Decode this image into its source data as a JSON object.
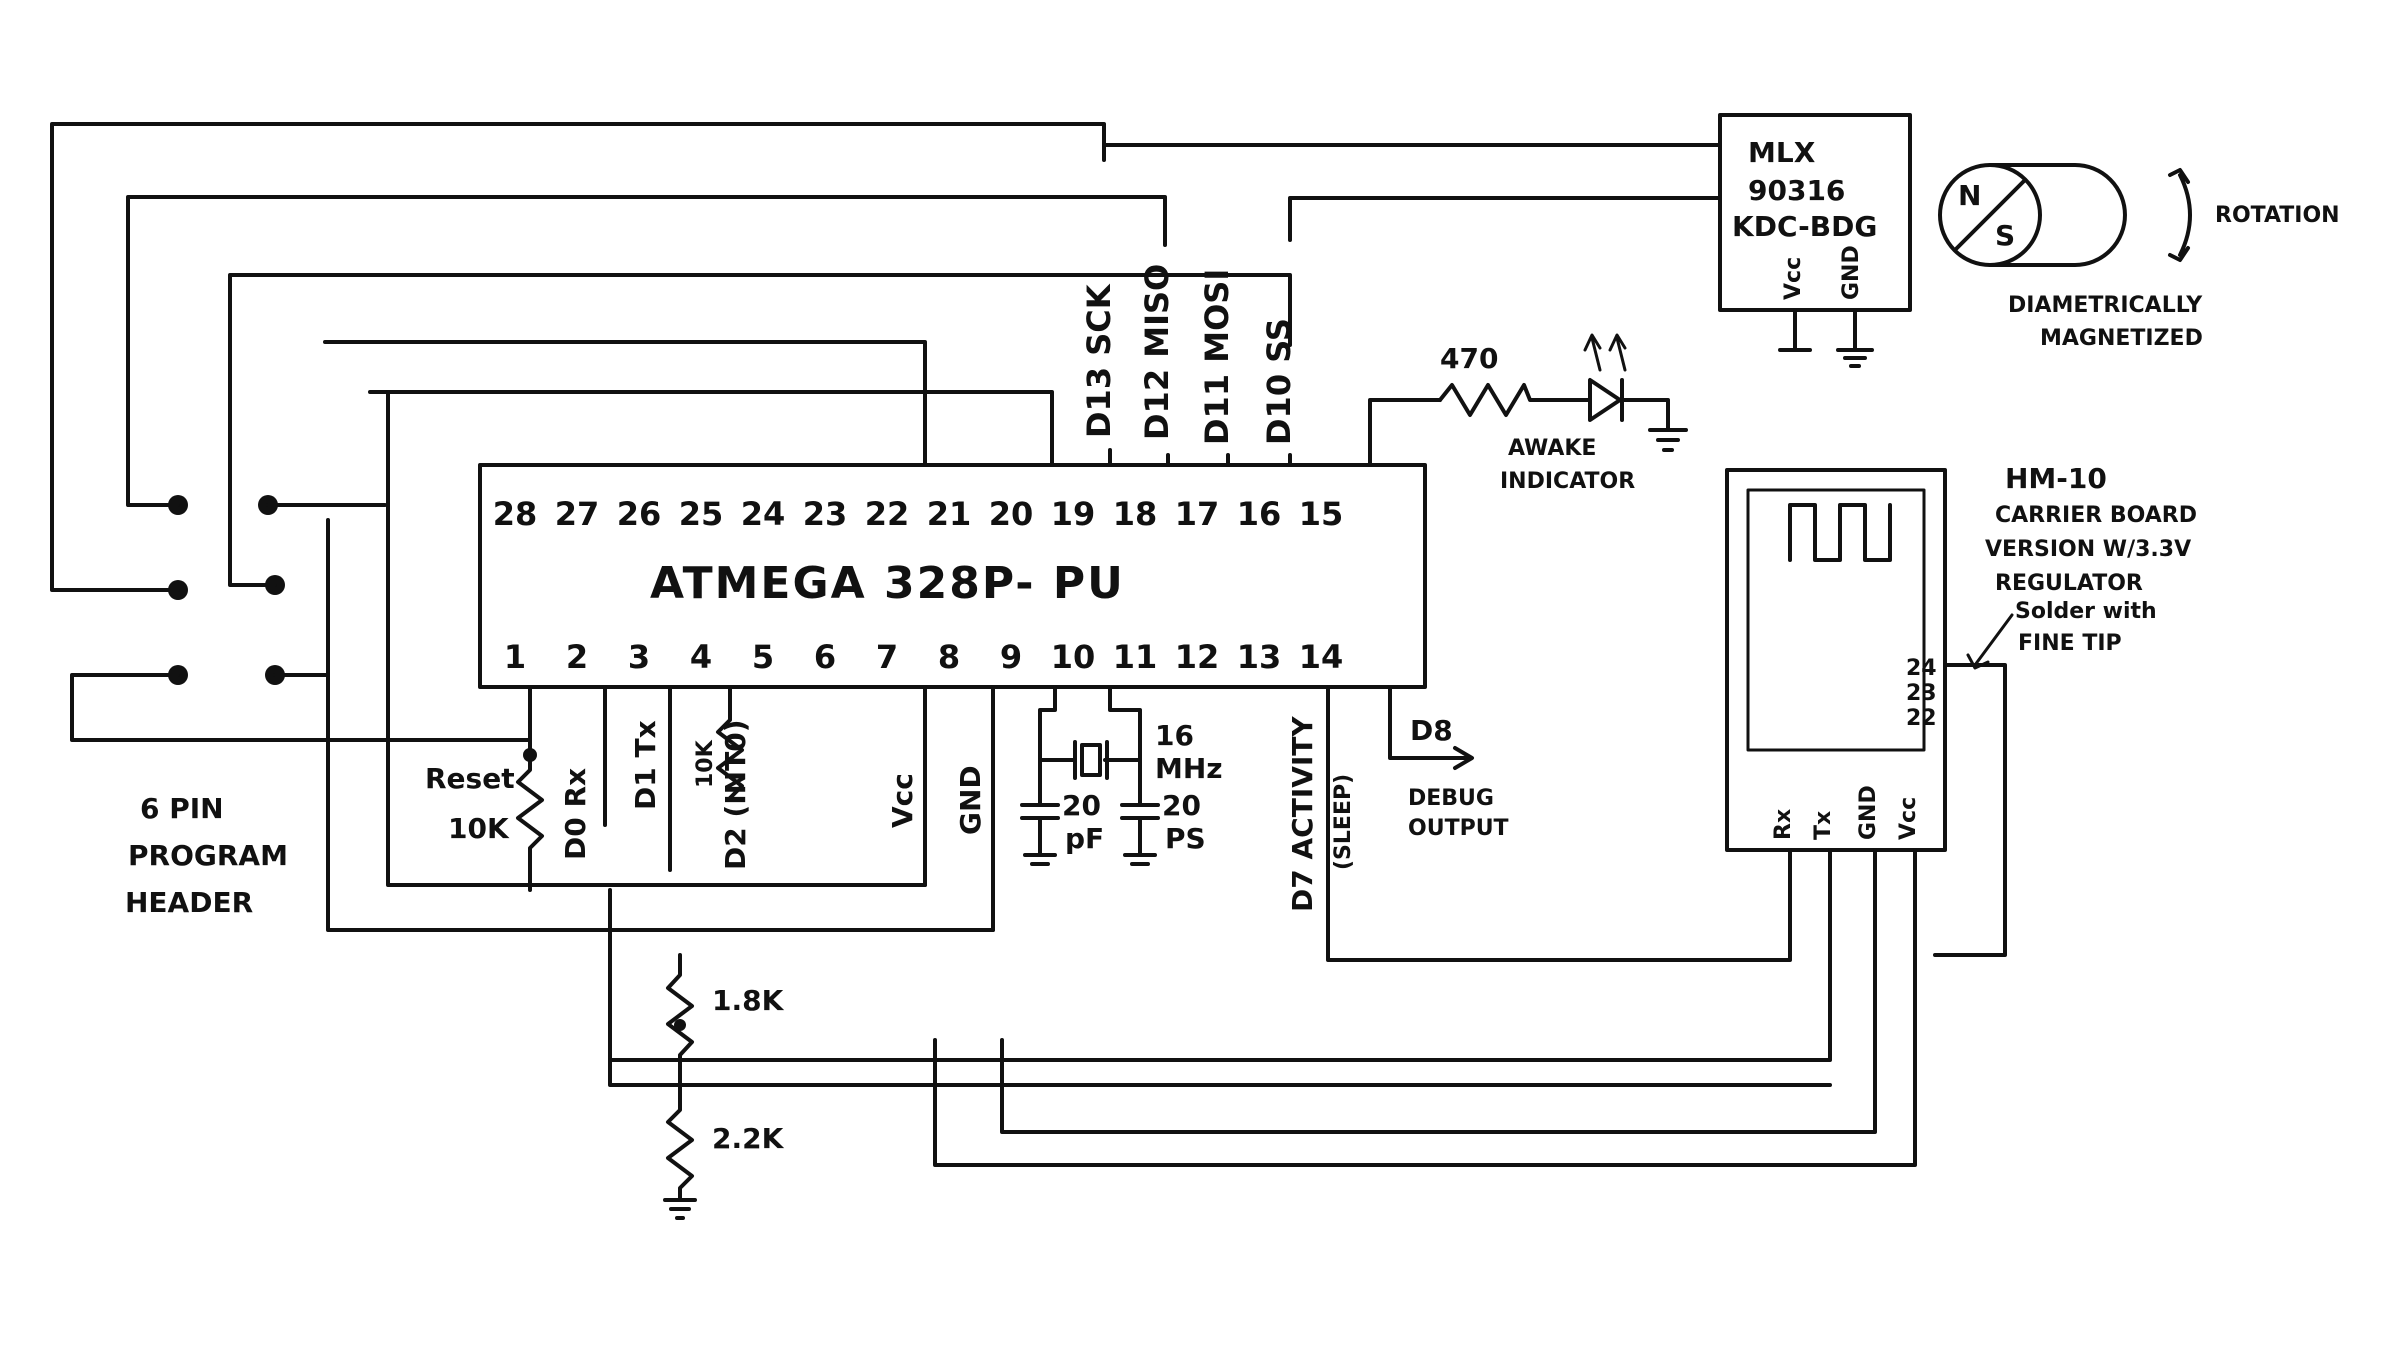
{
  "chip": {
    "name": "ATMEGA 328P- PU",
    "top_pins": [
      "28",
      "27",
      "26",
      "25",
      "24",
      "23",
      "22",
      "21",
      "20",
      "19",
      "18",
      "17",
      "16",
      "15"
    ],
    "bottom_pins": [
      "1",
      "2",
      "3",
      "4",
      "5",
      "6",
      "7",
      "8",
      "9",
      "10",
      "11",
      "12",
      "13",
      "14"
    ]
  },
  "spi_labels": {
    "sck": "D13 SCK",
    "miso": "D12 MISO",
    "mosi": "D11 MOSI",
    "ss": "D10 SS"
  },
  "sensor": {
    "line1": "MLX",
    "line2": "90316",
    "line3": "KDC-BDG",
    "vcc": "Vcc",
    "gnd": "GND"
  },
  "magnet": {
    "n": "N",
    "s": "S",
    "rotation": "ROTATION",
    "note1": "DIAMETRICALLY",
    "note2": "MAGNETIZED"
  },
  "led": {
    "resistor": "470",
    "label1": "AWAKE",
    "label2": "INDICATOR"
  },
  "ble": {
    "title": "HM-10",
    "line2": "CARRIER BOARD",
    "line3": "VERSION W/3.3V",
    "line4": "REGULATOR",
    "pins": [
      "24",
      "23",
      "22"
    ],
    "bottom_pins": [
      "Rx",
      "Tx",
      "GND",
      "Vcc"
    ],
    "note1": "Solder with",
    "note2": "FINE TIP"
  },
  "debug": {
    "pin": "D8",
    "line1": "DEBUG",
    "line2": "OUTPUT"
  },
  "reset": {
    "label": "Reset",
    "value": "10K"
  },
  "bottom_labels": {
    "d0": "D0 Rx",
    "d1": "D1 Tx",
    "d2_res": "10K",
    "d2": "D2 (INT0)",
    "vcc": "Vcc",
    "gnd": "GND",
    "d7": "D7 ACTIVITY",
    "sleep": "(SLEEP)"
  },
  "crystal": {
    "freq1": "16",
    "freq2": "MHz",
    "cap1_val": "20",
    "cap1_unit": "pF",
    "cap2_val": "20",
    "cap2_unit": "PS"
  },
  "divider": {
    "r1": "1.8K",
    "r2": "2.2K"
  },
  "header": {
    "line1": "6 PIN",
    "line2": "PROGRAM",
    "line3": "HEADER"
  }
}
